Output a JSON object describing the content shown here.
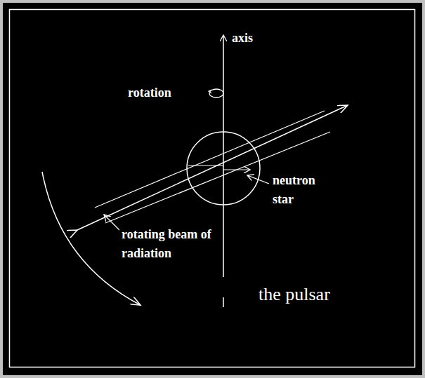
{
  "diagram": {
    "labels": [
      "axis",
      "rotation",
      "neutron star",
      "rotating beam of radiation",
      "the pulsar"
    ]
  }
}
